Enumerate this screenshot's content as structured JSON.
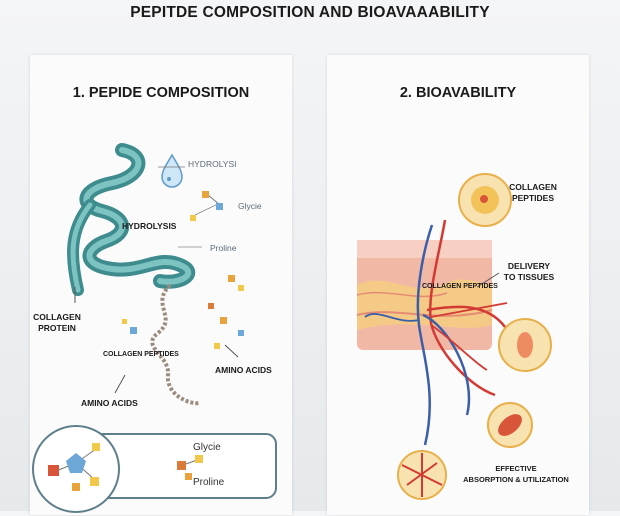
{
  "page_title": "PEPITDE COMPOSITION AND BIOAVAAABILITY",
  "left_panel": {
    "title": "1. PEPIDE COMPOSITION",
    "labels": {
      "hydrolysis_icon": "HYDROLYSI",
      "glycine": "Glycie",
      "hydrolysis": "HYDROLYSIS",
      "proline": "Proline",
      "collagen_protein": "COLLAGEN\nPROTEIN",
      "collagen_peptides": "COLLAGEN PEPTIDES",
      "amino_acids_right": "AMINO ACIDS",
      "amino_acids_left": "AMINO ACIDS"
    },
    "inset": {
      "glycine": "Glycie",
      "proline": "Proline"
    }
  },
  "right_panel": {
    "title": "2. BIOAVABILITY",
    "labels": {
      "collagen_peptides_top": "COLLAGEN\nPEPTIDES",
      "delivery": "DELIVERY\nTO TISSUES",
      "collagen_peptides_vessel": "COLLAGEN PEPTIDES",
      "effective": "EFFECTIVE\nABSORPTION & UTILIZATION"
    }
  },
  "colors": {
    "helix": "#4f9ea0",
    "vessel_red": "#d23a33",
    "vessel_blue": "#3a5ea8",
    "tissue_pink": "#f2b8a6",
    "cell_yellow": "#f6d27a",
    "inset_border": "#5e7f8a"
  }
}
